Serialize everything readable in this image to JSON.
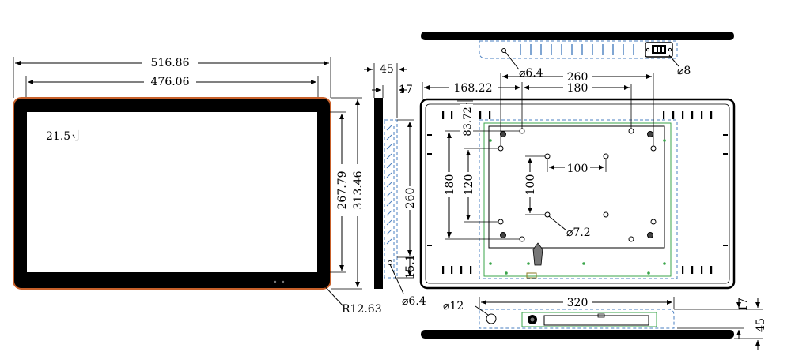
{
  "front_view": {
    "overall_width": "516.86",
    "inner_width": "476.06",
    "screen_label": "21.5寸",
    "screen_height": "267.79",
    "overall_height": "313.46",
    "corner_radius": "R12.63"
  },
  "side_view": {
    "depth": "45",
    "panel_depth": "17",
    "height": "260",
    "bottom_offset": "15.1",
    "hole_dia": "⌀6.4"
  },
  "top_view": {
    "hole_dia": "⌀6.4",
    "connector_dia": "⌀8"
  },
  "rear_view": {
    "offset_left": "168.22",
    "span_total": "260",
    "span_mid": "180",
    "offset_top": "83.72",
    "vesa_h_inner": "100",
    "vesa_v_inner": "100",
    "vesa_v_mid": "120",
    "vesa_v_outer": "180",
    "hole_dia": "⌀7.2"
  },
  "bottom_view": {
    "width": "320",
    "hole_dia": "⌀12",
    "depth_small": "17",
    "depth_total": "45"
  },
  "colors": {
    "frame_edge": "#c8602a",
    "bezel": "#000000",
    "dashed": "#4a7fc0",
    "board": "#3aa54a"
  }
}
